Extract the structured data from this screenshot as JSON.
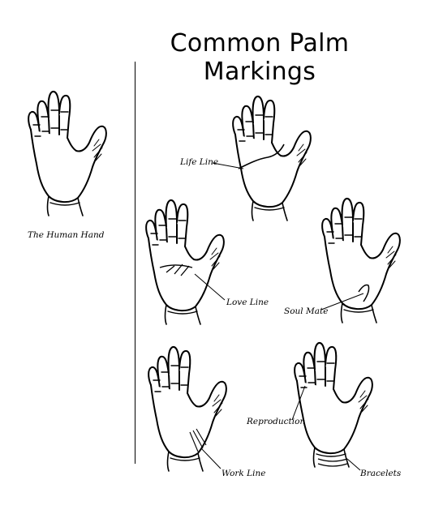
{
  "title": "Common Palm Markings",
  "labels": {
    "human_hand": "The Human Hand",
    "life_line": "Life Line",
    "love_line": "Love Line",
    "soul_mate": "Soul Mate",
    "work_line": "Work Line",
    "reproduction": "Reproduction",
    "bracelets": "Bracelets"
  }
}
